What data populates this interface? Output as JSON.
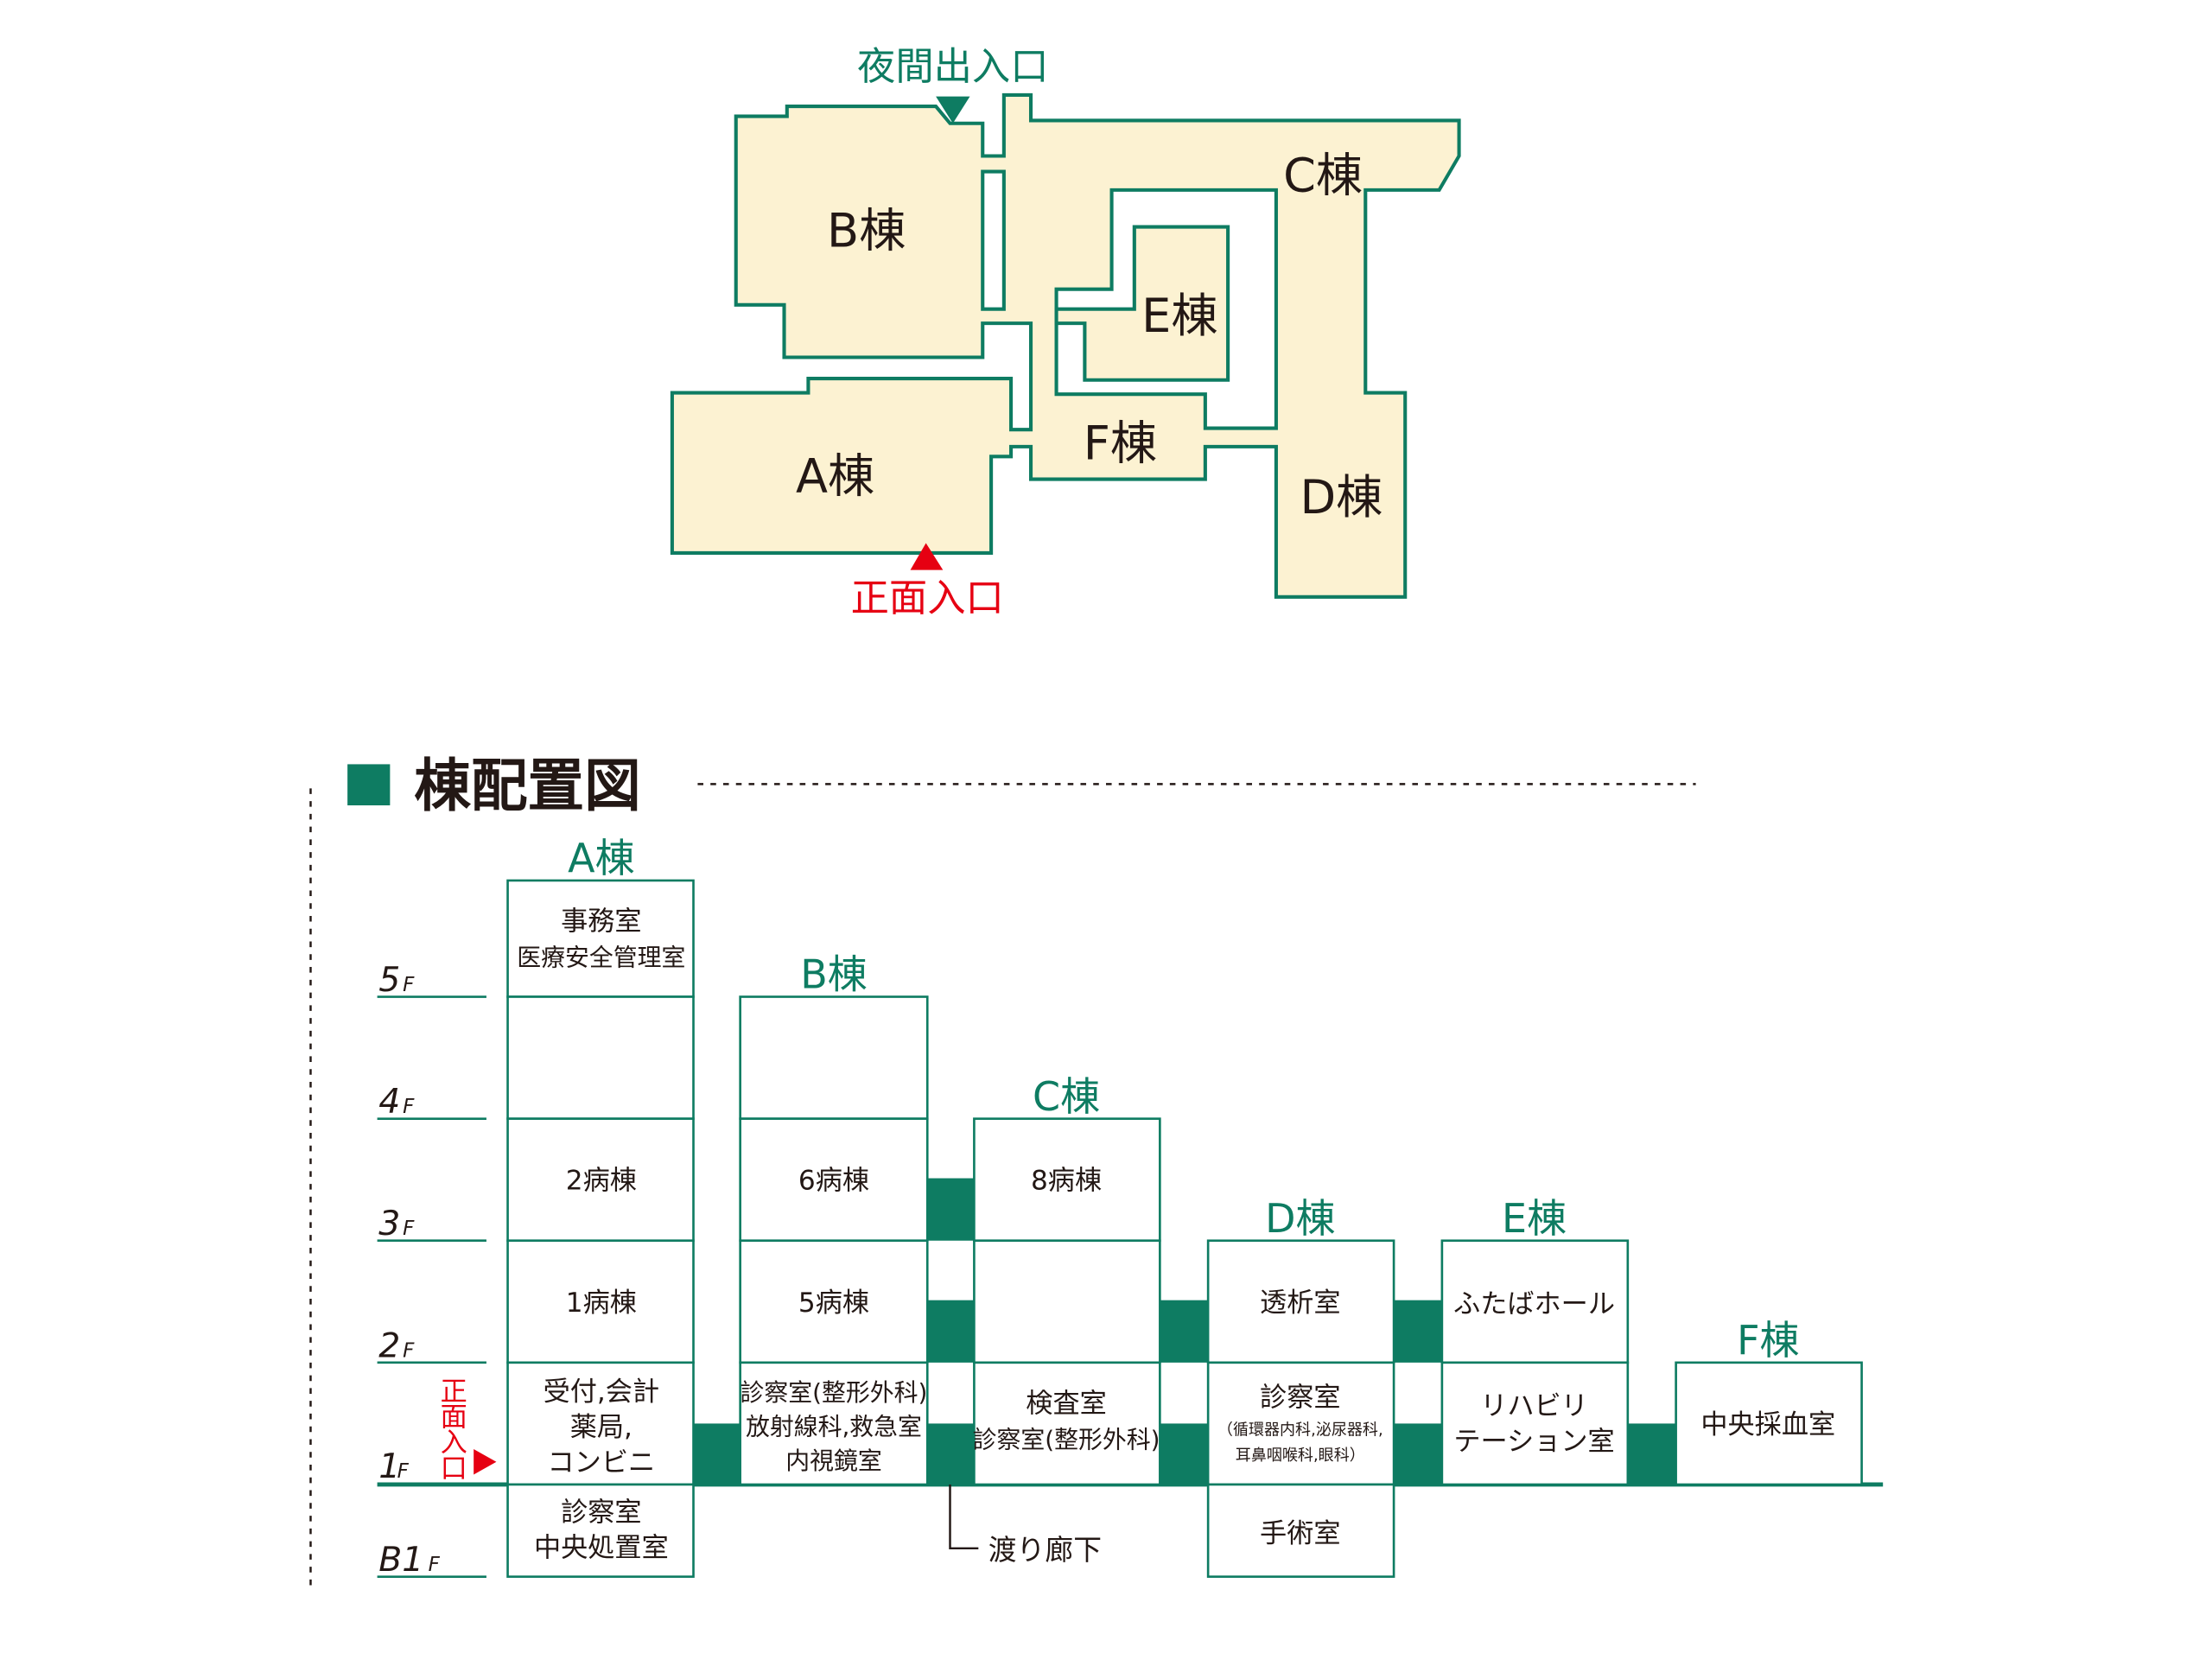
{
  "colors": {
    "green": "#0e7c62",
    "cream": "#fcf2d2",
    "red": "#e60012",
    "text": "#231815"
  },
  "map": {
    "night_entrance": "夜間出入口",
    "main_entrance": "正面入口",
    "buildings": {
      "A": "A棟",
      "B": "B棟",
      "C": "C棟",
      "D": "D棟",
      "E": "E棟",
      "F": "F棟"
    }
  },
  "section": {
    "title": "棟配置図",
    "floors": {
      "f5": "5",
      "f4": "4",
      "f3": "3",
      "f2": "2",
      "f1": "1",
      "b1": "B1",
      "suffix": "F"
    },
    "entrance_vertical": [
      "正",
      "面",
      "入",
      "口"
    ],
    "corridor_label": "渡り廊下",
    "A": {
      "name": "A棟",
      "f5": [
        "事務室",
        "医療安全管理室"
      ],
      "f3": "2病棟",
      "f2": "1病棟",
      "f1": [
        "受付,会計",
        "薬局,",
        "コンビニ"
      ],
      "b1": [
        "診察室",
        "中央処置室"
      ]
    },
    "B": {
      "name": "B棟",
      "f3": "6病棟",
      "f2": "5病棟",
      "f1": [
        "診察室(整形外科)",
        "放射線科,救急室",
        "内視鏡室"
      ]
    },
    "C": {
      "name": "C棟",
      "f3": "8病棟",
      "f1": [
        "検査室",
        "診察室(整形外科)"
      ]
    },
    "D": {
      "name": "D棟",
      "f2": "透析室",
      "f1": [
        "診察室",
        "（循環器内科,泌尿器科,",
        "耳鼻咽喉科,眼科）"
      ],
      "b1": "手術室"
    },
    "E": {
      "name": "E棟",
      "f2": "ふたばホール",
      "f1": [
        "リハビリ",
        "テーション室"
      ]
    },
    "F": {
      "name": "F棟",
      "f1": "中央採血室"
    }
  }
}
